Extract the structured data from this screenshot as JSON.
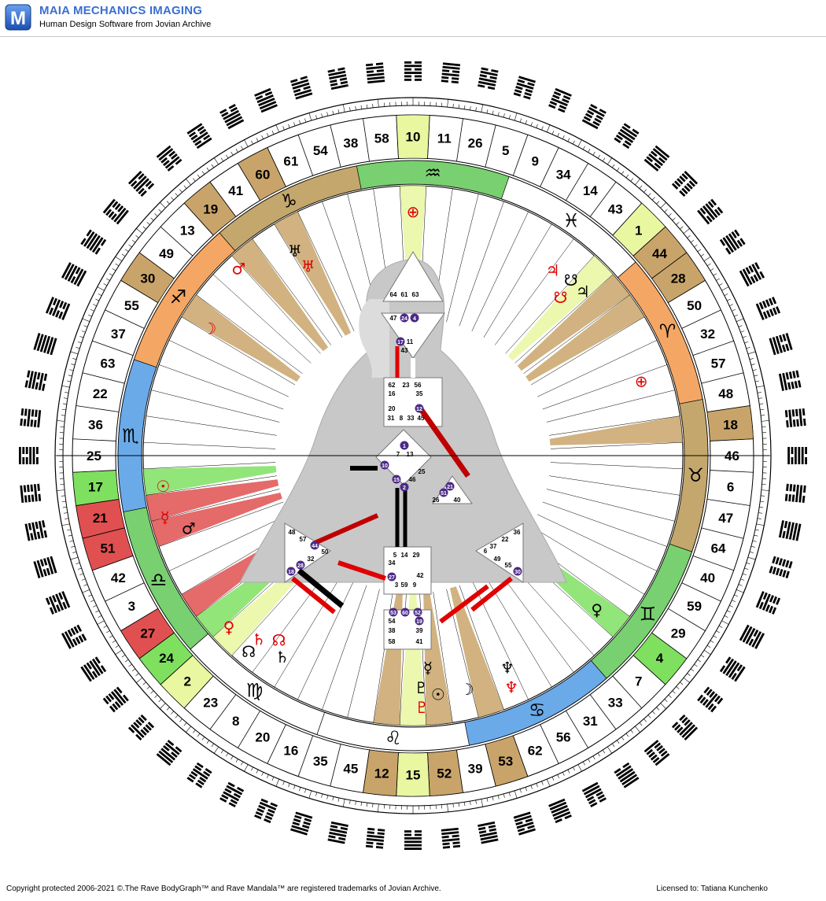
{
  "app": {
    "title": "MAIA MECHANICS IMAGING",
    "subtitle": "Human Design Software from Jovian Archive",
    "logo_letter": "M"
  },
  "footer": {
    "copyright": "Copyright protected 2006-2021 ©.The Rave BodyGraph™ and Rave Mandala™ are registered trademarks of Jovian Archive.",
    "license": "Licensed to: Tatiana Kunchenko"
  },
  "colors": {
    "brand_blue": "#3a6fd0",
    "personality_red": "#e00000",
    "design_black": "#000000",
    "center_purple": "#4b2a86",
    "body_gray": "#c8c8c8"
  },
  "gates": [
    10,
    11,
    26,
    5,
    9,
    34,
    14,
    43,
    1,
    44,
    28,
    50,
    32,
    57,
    48,
    18,
    46,
    6,
    47,
    64,
    40,
    59,
    29,
    4,
    7,
    33,
    31,
    56,
    62,
    53,
    39,
    52,
    15,
    12,
    45,
    35,
    16,
    20,
    8,
    23,
    2,
    24,
    27,
    3,
    42,
    51,
    21,
    17,
    25,
    36,
    22,
    63,
    37,
    55,
    30,
    49,
    13,
    19,
    41,
    60,
    61,
    54,
    38,
    58
  ],
  "highlighted_gates": {
    "10": "#e8f7a0",
    "1": "#e8f7a0",
    "44": "#c9a46a",
    "28": "#c9a46a",
    "18": "#c9a46a",
    "4": "#7fe060",
    "53": "#c9a46a",
    "52": "#c9a46a",
    "15": "#e8f7a0",
    "12": "#c9a46a",
    "2": "#e8f7a0",
    "24": "#7fe060",
    "27": "#e05050",
    "51": "#e05050",
    "21": "#e05050",
    "17": "#7fe060",
    "30": "#c9a46a",
    "19": "#c9a46a",
    "60": "#c9a46a"
  },
  "zodiac": [
    {
      "glyph": "♑",
      "name": "capricorn"
    },
    {
      "glyph": "♐",
      "name": "sagittarius"
    },
    {
      "glyph": "♏",
      "name": "scorpio"
    },
    {
      "glyph": "♎",
      "name": "libra"
    },
    {
      "glyph": "♍",
      "name": "virgo"
    },
    {
      "glyph": "♌",
      "name": "leo"
    },
    {
      "glyph": "♋",
      "name": "cancer"
    },
    {
      "glyph": "♊",
      "name": "gemini"
    },
    {
      "glyph": "♉",
      "name": "taurus"
    },
    {
      "glyph": "♈",
      "name": "aries"
    },
    {
      "glyph": "♓",
      "name": "pisces"
    },
    {
      "glyph": "♒",
      "name": "aquarius"
    }
  ],
  "planets": [
    {
      "glyph": "⊕",
      "angle": 0,
      "r": 310,
      "color": "#e00000"
    },
    {
      "glyph": "♅",
      "angle": -30,
      "r": 300,
      "color": "#000000"
    },
    {
      "glyph": "♅",
      "angle": -29,
      "r": 275,
      "color": "#e00000"
    },
    {
      "glyph": "♂",
      "angle": -43,
      "r": 325,
      "color": "#e00000"
    },
    {
      "glyph": "☽",
      "angle": -58,
      "r": 305,
      "color": "#e00000"
    },
    {
      "glyph": "♃",
      "angle": 37,
      "r": 295,
      "color": "#e00000"
    },
    {
      "glyph": "☋",
      "angle": 42,
      "r": 300,
      "color": "#000000"
    },
    {
      "glyph": "☋",
      "angle": 43,
      "r": 275,
      "color": "#e00000"
    },
    {
      "glyph": "♃",
      "angle": 46,
      "r": 300,
      "color": "#000000"
    },
    {
      "glyph": "⊕",
      "angle": 72,
      "r": 305,
      "color": "#e00000"
    },
    {
      "glyph": "☉",
      "angle": -97,
      "r": 320,
      "color": "#e00000"
    },
    {
      "glyph": "☿",
      "angle": -104,
      "r": 325,
      "color": "#e00000"
    },
    {
      "glyph": "♂",
      "angle": -108,
      "r": 300,
      "color": "#000000"
    },
    {
      "glyph": "♀",
      "angle": -133,
      "r": 320,
      "color": "#e00000"
    },
    {
      "glyph": "♄",
      "angle": -140,
      "r": 305,
      "color": "#e00000"
    },
    {
      "glyph": "☊",
      "angle": -144,
      "r": 290,
      "color": "#e00000"
    },
    {
      "glyph": "☊",
      "angle": -140,
      "r": 325,
      "color": "#000000"
    },
    {
      "glyph": "♄",
      "angle": -147,
      "r": 305,
      "color": "#000000"
    },
    {
      "glyph": "♀",
      "angle": 130,
      "r": 305,
      "color": "#000000"
    },
    {
      "glyph": "♇",
      "angle": 178,
      "r": 320,
      "color": "#e00000"
    },
    {
      "glyph": "♇",
      "angle": 178,
      "r": 295,
      "color": "#000000"
    },
    {
      "glyph": "☿",
      "angle": 176,
      "r": 270,
      "color": "#000000"
    },
    {
      "glyph": "☉",
      "angle": 174,
      "r": 305,
      "color": "#000000"
    },
    {
      "glyph": "☽",
      "angle": 167,
      "r": 305,
      "color": "#000000"
    },
    {
      "glyph": "♆",
      "angle": 157,
      "r": 320,
      "color": "#e00000"
    },
    {
      "glyph": "♆",
      "angle": 156,
      "r": 295,
      "color": "#000000"
    }
  ],
  "bodygraph": {
    "head_gates": [
      "64",
      "61",
      "63"
    ],
    "ajna_gates": [
      "47",
      "24",
      "4",
      "17",
      "11",
      "43"
    ],
    "throat_gates": [
      "62",
      "23",
      "56",
      "16",
      "35",
      "20",
      "12",
      "31",
      "8",
      "33",
      "45"
    ],
    "g_gates": [
      "1",
      "7",
      "13",
      "10",
      "25",
      "15",
      "46",
      "2"
    ],
    "ego_gates": [
      "21",
      "51",
      "26",
      "40"
    ],
    "spleen_gates": [
      "48",
      "57",
      "44",
      "50",
      "32",
      "28",
      "18"
    ],
    "sacral_gates": [
      "5",
      "14",
      "29",
      "34",
      "27",
      "42",
      "3",
      "59",
      "9"
    ],
    "solar_gates": [
      "36",
      "22",
      "37",
      "6",
      "49",
      "55",
      "30"
    ],
    "root_gates": [
      "53",
      "60",
      "52",
      "54",
      "19",
      "38",
      "39",
      "58",
      "41"
    ]
  }
}
